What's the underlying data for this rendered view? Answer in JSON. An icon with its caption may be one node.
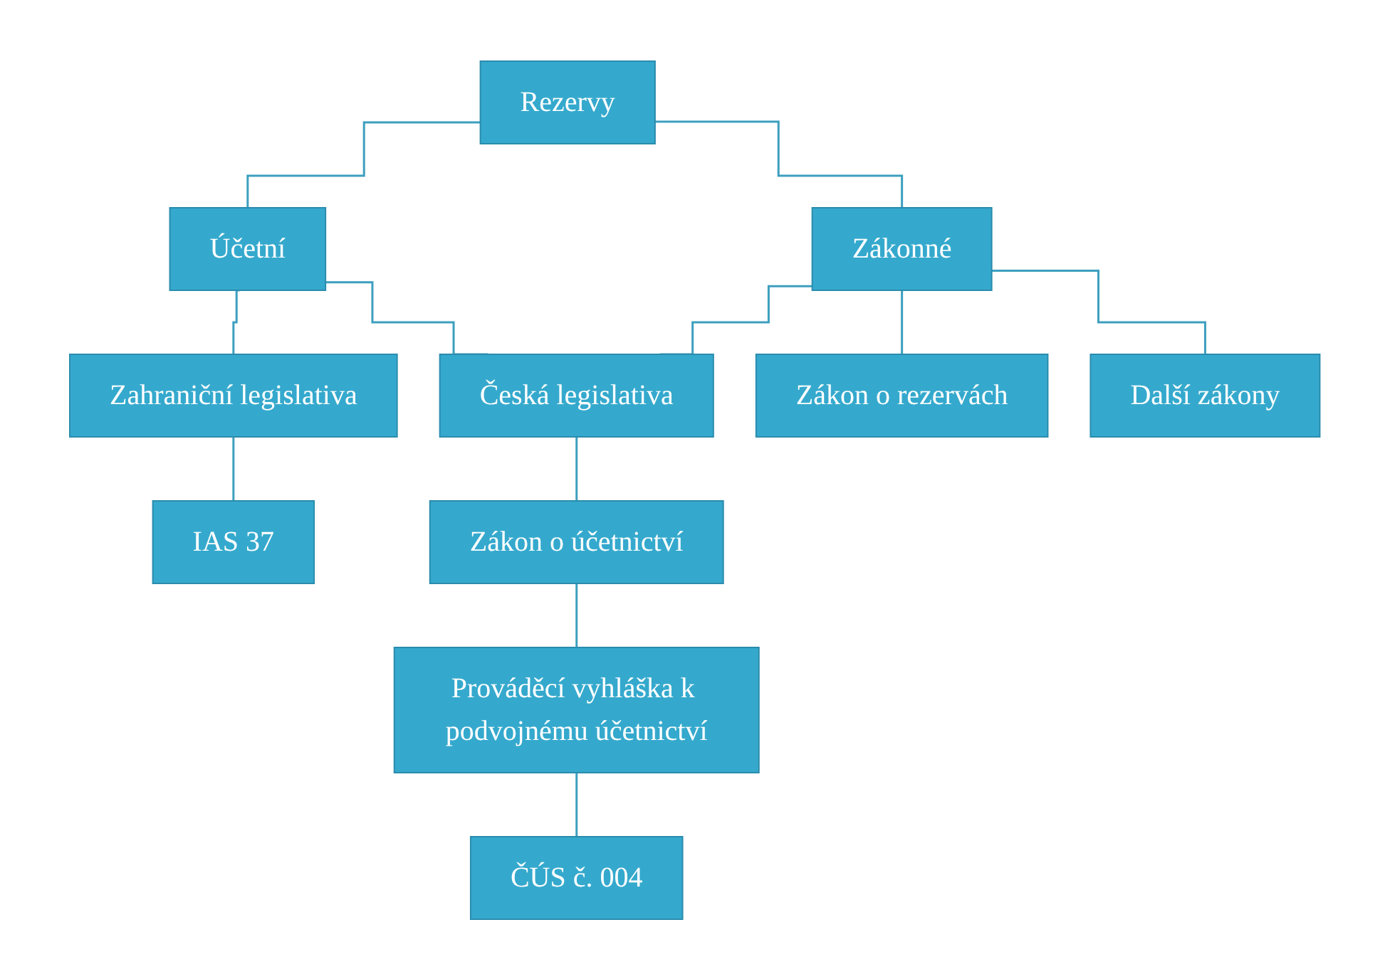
{
  "diagram": {
    "nodes": [
      {
        "text": [
          "Rezervy"
        ]
      },
      {
        "text": [
          "Účetní"
        ]
      },
      {
        "text": [
          "Zákonné"
        ]
      },
      {
        "text": [
          "Zahraniční legislativa"
        ]
      },
      {
        "text": [
          "Česká legislativa"
        ]
      },
      {
        "text": [
          "IAS 37"
        ]
      },
      {
        "text": [
          "Zákon o účetnictví"
        ]
      },
      {
        "text": [
          "Prováděcí vyhláška k podvojnému účetnictví"
        ]
      },
      {
        "text": [
          "ČÚS č. 004"
        ]
      },
      {
        "text": [
          "Zákon o rezervách"
        ]
      },
      {
        "text": [
          "Další zákony"
        ]
      }
    ],
    "edges": [
      {
        "from": 0,
        "to": 1,
        "arrow": "none"
      },
      {
        "from": 0,
        "to": 2,
        "arrow": "none"
      },
      {
        "from": 1,
        "to": 3,
        "arrow": "none"
      },
      {
        "from": 1,
        "to": 4,
        "arrow": "none"
      },
      {
        "from": 2,
        "to": 4,
        "arrow": "none"
      },
      {
        "from": 2,
        "to": 9,
        "arrow": "none"
      },
      {
        "from": 2,
        "to": 10,
        "arrow": "none"
      },
      {
        "from": 3,
        "to": 5,
        "arrow": "none"
      },
      {
        "from": 4,
        "to": 6,
        "arrow": "none"
      },
      {
        "from": 6,
        "to": 7,
        "arrow": "none"
      },
      {
        "from": 7,
        "to": 8,
        "arrow": "none"
      }
    ]
  }
}
